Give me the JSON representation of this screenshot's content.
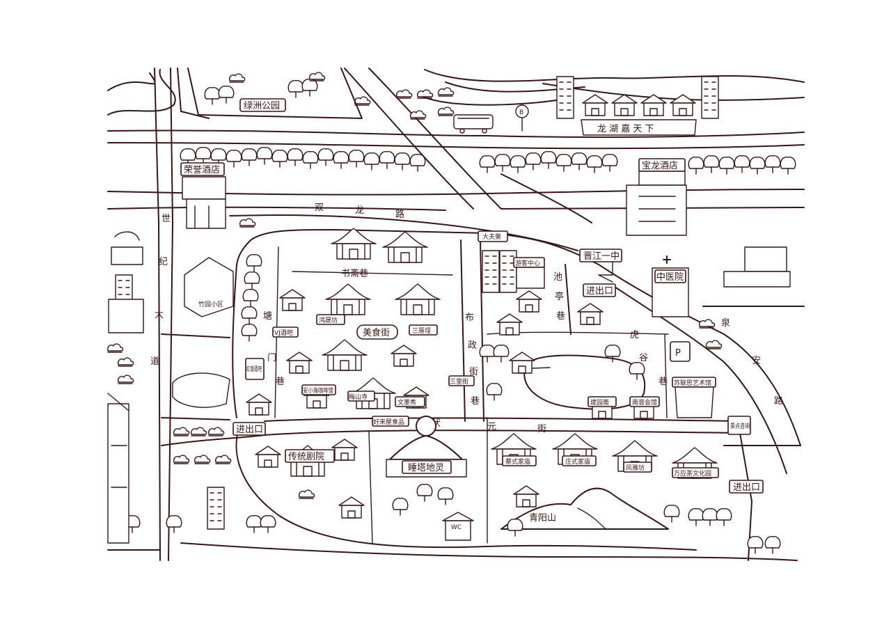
{
  "roads": {
    "shuanglong": [
      "双",
      "龙",
      "路"
    ],
    "shiji": [
      "世",
      "纪",
      "大",
      "道"
    ],
    "quanan": [
      "泉",
      "安",
      "路"
    ],
    "zhuangyuan": [
      "状",
      "元",
      "街"
    ],
    "buzheng": [
      "布",
      "政",
      "街",
      "巷"
    ],
    "huwei": [
      "虎",
      "谷",
      "巷"
    ],
    "chiting": [
      "池",
      "亭",
      "巷"
    ],
    "tangmen": [
      "塘",
      "门",
      "巷"
    ],
    "shuzhai": "书斋巷"
  },
  "places": {
    "lvzhou_park": "绿洲公园",
    "longhu": "龙 湖 嘉 天 下",
    "rongyu_hotel": "荣誉酒店",
    "baolong_hotel": "宝龙酒店",
    "jinjiang_school": "晋江一中",
    "tcm_hospital": "中医院",
    "food_street": "美食街",
    "dafupai": "大夫第",
    "visitor_center": "游客中心",
    "entrance_1": "进出口",
    "entrance_2": "进出口",
    "entrance_3": "进出口",
    "su_museum": "苏联思艺术馆",
    "huayun_hotel": "鸿晟坊",
    "sanxiangdi": "三厝埕",
    "vjbar": "VJ酒吧",
    "hongxuan": "红旋酒吧",
    "anxiaohai": "安小海咖啡馆",
    "meishan": "梅山寺",
    "wenmiao": "文墨秀",
    "sanlijie": "三里街",
    "haolaiwu": "好来屋食品",
    "traditional_theater": "传统剧院",
    "pagoda": "睡塔地灵",
    "cai_temple": "蔡式家庙",
    "zhuang_temple": "庄式家庙",
    "fengyafang": "风雅坊",
    "wanying_tea": "万应茶文化园",
    "qingyang_mountain": "青阳山",
    "jianyuanzhai": "建园斋",
    "nanyin": "南音会馆",
    "scenic_consult": "景点咨询",
    "zhuyuan": "竹园小区",
    "parking": "P",
    "bus": "B",
    "wc": "WC"
  },
  "colors": {
    "ink": "#3a1414",
    "paper": "#ffffff"
  }
}
